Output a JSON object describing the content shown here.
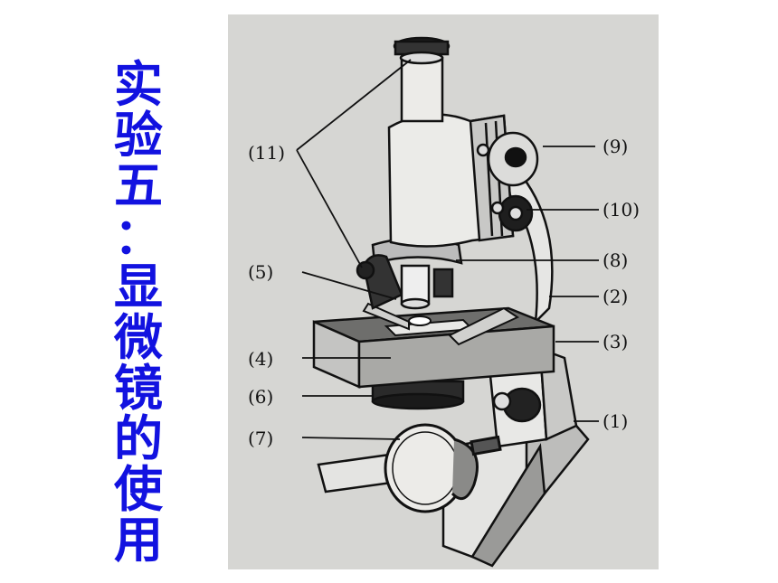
{
  "title": [
    "实",
    "验",
    "五",
    "：",
    "显",
    "微",
    "镜",
    "的",
    "使",
    "用"
  ],
  "labels": {
    "l1": "(1)",
    "l2": "(2)",
    "l3": "(3)",
    "l4": "(4)",
    "l5": "(5)",
    "l6": "(6)",
    "l7": "(7)",
    "l8": "(8)",
    "l9": "(9)",
    "l10": "(10)",
    "l11": "(11)"
  },
  "colors": {
    "title": "#1212e0",
    "figure_bg": "#d6d6d3"
  }
}
